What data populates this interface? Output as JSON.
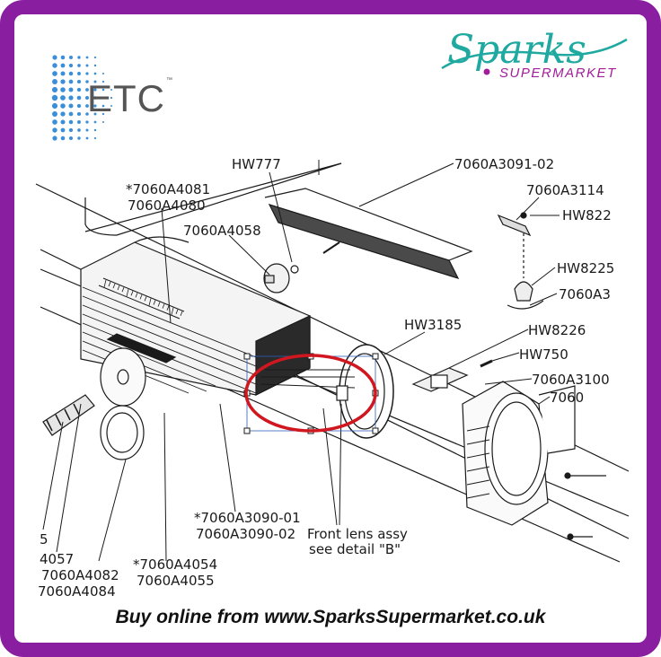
{
  "brand": {
    "etc_logo_text": "ETC",
    "sparks_logo_text": "Sparks",
    "sparks_subtitle": "SUPERMARKET"
  },
  "footer": {
    "text": "Buy online from www.SparksSupermarket.co.uk"
  },
  "labels": {
    "hw777": "HW777",
    "p7060A3091_02": "7060A3091-02",
    "p7060A3114": "7060A3114",
    "hw822a": "HW822",
    "hw8225": "HW8225",
    "p7060A3_trunc": "7060A3",
    "star7060A4081": "*7060A4081",
    "p7060A4080": "7060A4080",
    "p7060A4058": "7060A4058",
    "hw3185": "HW3185",
    "hw8226": "HW8226",
    "hw750": "HW750",
    "p7060A3100": "7060A3100",
    "p7060_trunc": "7060",
    "star7060A3090_01": "*7060A3090-01",
    "p7060A3090_02": "7060A3090-02",
    "front_lens": "Front lens assy",
    "see_detail": "see detail \"B\"",
    "left_5": "5",
    "p4057": "4057",
    "p7060A4082": "7060A4082",
    "p7060A4084": "7060A4084",
    "star7060A4054": "*7060A4054",
    "p7060A4055": "7060A4055"
  },
  "colors": {
    "frame": "#8a1ea0",
    "sparks_teal": "#1fa9a0",
    "supermarket_purple": "#a11d9a",
    "highlight_ring": "#d0161e",
    "etc_dots": "#3a8fd8"
  }
}
